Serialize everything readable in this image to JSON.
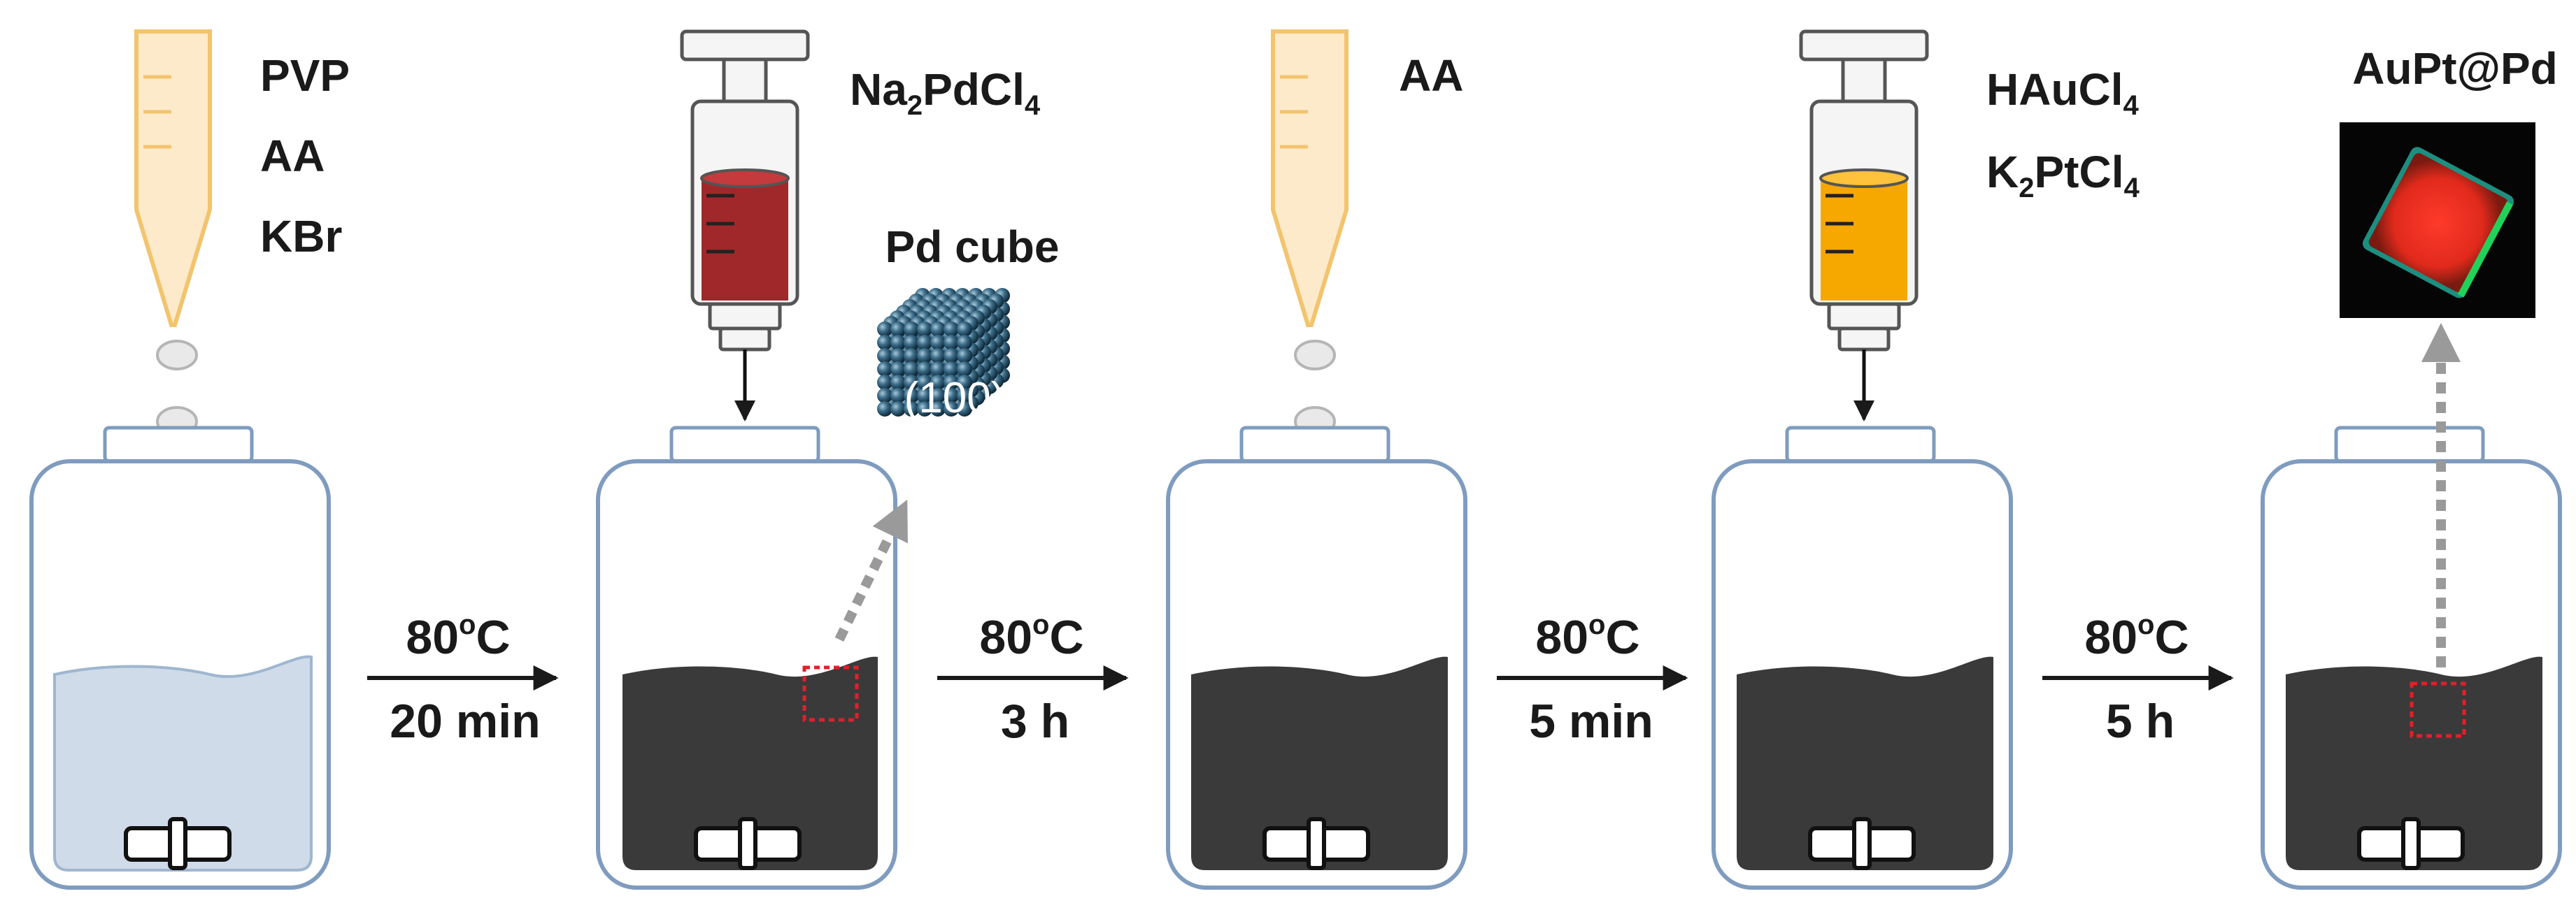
{
  "colors": {
    "bottle_outline": "#7f9cbf",
    "solution_clear": "#cfdbe8",
    "solution_dark": "#3a3a3a",
    "pipette_fill": "#fdeacb",
    "pipette_stroke": "#f2c46e",
    "syringe_pd_liquid": "#a0282a",
    "syringe_aupt_liquid": "#f6a800",
    "dotted_arrow": "#9a9a9a",
    "red_box": "#e0202a"
  },
  "step1": {
    "reagents": [
      "PVP",
      "AA",
      "KBr"
    ]
  },
  "step2": {
    "reagent": {
      "base": "Na",
      "sub1": "2",
      "mid": "PdCl",
      "sub2": "4"
    },
    "product_label": "Pd cube",
    "facet_label": "(100)"
  },
  "step3": {
    "reagent": "AA"
  },
  "step4": {
    "reagent1": {
      "base": "HAuCl",
      "sub": "4"
    },
    "reagent2": {
      "base": "K",
      "sub1": "2",
      "mid": "PtCl",
      "sub2": "4"
    }
  },
  "step5": {
    "product_label": "AuPt@Pd"
  },
  "arrows": [
    {
      "temperature": "80",
      "degree": "o",
      "unit": "C",
      "time": "20 min"
    },
    {
      "temperature": "80",
      "degree": "o",
      "unit": "C",
      "time": "3 h"
    },
    {
      "temperature": "80",
      "degree": "o",
      "unit": "C",
      "time": "5 min"
    },
    {
      "temperature": "80",
      "degree": "o",
      "unit": "C",
      "time": "5 h"
    }
  ],
  "icons": {
    "pipette": "pipette-icon",
    "syringe": "syringe-icon",
    "bottle": "reaction-bottle-icon",
    "stir_bar": "stir-bar-icon",
    "cube": "pd-nanocube-icon",
    "map": "elemental-map-icon"
  }
}
